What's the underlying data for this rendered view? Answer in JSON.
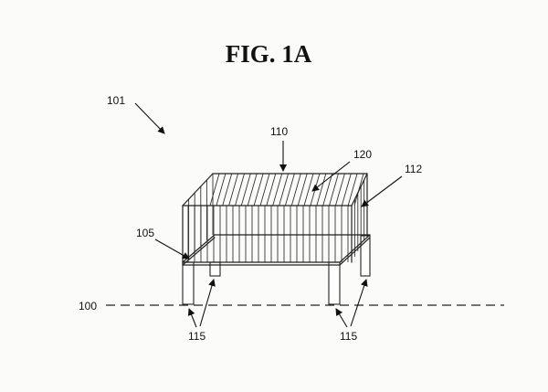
{
  "figure": {
    "title": "FIG. 1A",
    "labels": {
      "ref_101": "101",
      "ref_110": "110",
      "ref_120": "120",
      "ref_112": "112",
      "ref_105": "105",
      "ref_100": "100",
      "ref_115_left": "115",
      "ref_115_right": "115"
    }
  },
  "colors": {
    "line": "#222222",
    "background": "#fbfbfa"
  }
}
